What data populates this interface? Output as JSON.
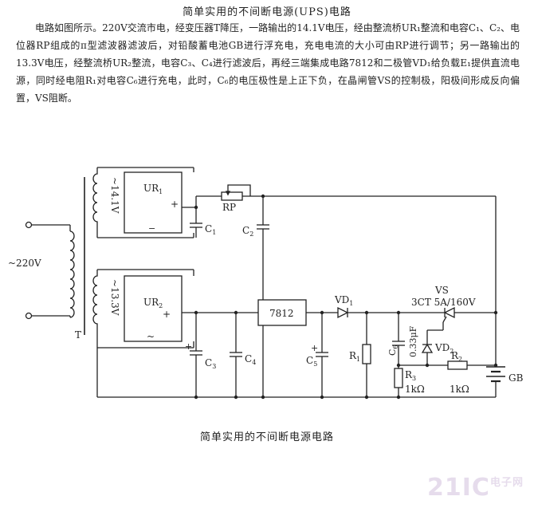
{
  "title": "简单实用的不间断电源(UPS)电路",
  "paragraph": "电路如图所示。220V交流市电，经变压器T降压，一路输出的14.1V电压，经由整流桥UR₁整流和电容C₁、C₂、电位器RP组成的π型滤波器滤波后，对铅酸蓄电池GB进行浮充电，充电电流的大小可由RP进行调节；另一路输出的13.3V电压，经整流桥UR₂整流，电容C₃、C₄进行滤波后，再经三端集成电路7812和二极管VD₁给负载E₁提供直流电源，同时经电阻R₁对电容C₆进行充电，此时，C₆的电压极性是上正下负，在晶闸管VS的控制极，阳极间形成反向偏置，VS阻断。",
  "caption": "简单实用的不间断电源电路",
  "watermark": {
    "brand": "21IC",
    "sub": "电子网"
  },
  "labels": {
    "ac_input": "~220V",
    "transformer": "T",
    "winding1": "~14.1V",
    "winding2": "~13.3V",
    "ur1": "UR",
    "ur1_sub": "1",
    "ur2": "UR",
    "ur2_sub": "2",
    "rp": "RP",
    "c1": "C",
    "c1_sub": "1",
    "c2": "C",
    "c2_sub": "2",
    "c3": "C",
    "c3_sub": "3",
    "c4": "C",
    "c4_sub": "4",
    "c5": "C",
    "c5_sub": "5",
    "c6": "C",
    "c6_sub": "6",
    "c6_value": "0.33μF",
    "ic": "7812",
    "vd1": "VD",
    "vd1_sub": "1",
    "vd2": "VD",
    "vd2_sub": "2",
    "vs": "VS",
    "vs_spec": "3CT 5A/160V",
    "r1": "R",
    "r1_sub": "1",
    "r1_value": "1kΩ",
    "r2": "R",
    "r2_sub": "2",
    "r2_value": "1kΩ",
    "r3": "R",
    "r3_sub": "3",
    "gb": "GB",
    "plus": "+",
    "minus": "−",
    "tilde": "~"
  },
  "colors": {
    "ink": "#222222",
    "watermark": "#e6dcec"
  }
}
